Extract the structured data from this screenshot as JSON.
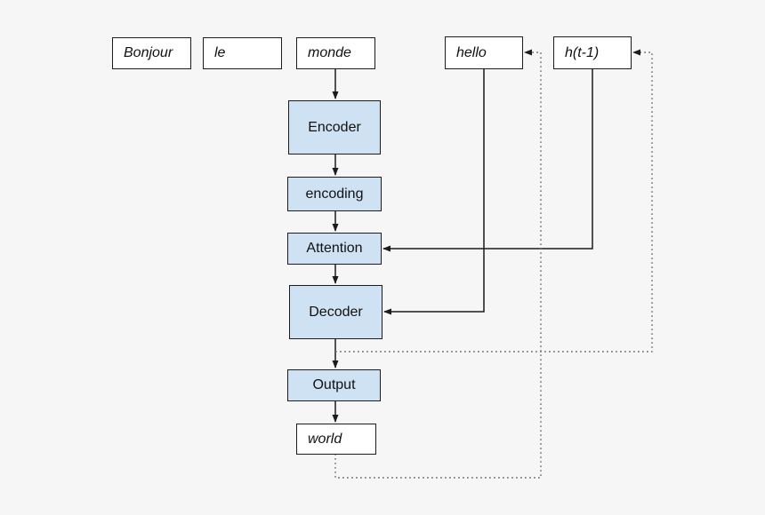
{
  "diagram": {
    "type": "flow-diagram",
    "topic": "seq2seq encoder-decoder with attention",
    "colors": {
      "background": "#f6f6f6",
      "module_fill": "#cfe2f3",
      "box_border": "#1c1c1c",
      "solid_line": "#1c1c1c",
      "dotted_line": "#6e6e6e",
      "text": "#111111"
    },
    "nodes": {
      "bonjour": {
        "label": "Bonjour",
        "kind": "word"
      },
      "le": {
        "label": "le",
        "kind": "word"
      },
      "monde": {
        "label": "monde",
        "kind": "word"
      },
      "hello": {
        "label": "hello",
        "kind": "word"
      },
      "ht1": {
        "label": "h(t-1)",
        "kind": "word"
      },
      "encoder": {
        "label": "Encoder",
        "kind": "module"
      },
      "encoding": {
        "label": "encoding",
        "kind": "module"
      },
      "attention": {
        "label": "Attention",
        "kind": "module"
      },
      "decoder": {
        "label": "Decoder",
        "kind": "module"
      },
      "output": {
        "label": "Output",
        "kind": "module"
      },
      "world": {
        "label": "world",
        "kind": "word"
      }
    },
    "edges": [
      {
        "from": "monde",
        "to": "Encoder",
        "style": "solid"
      },
      {
        "from": "Encoder",
        "to": "encoding",
        "style": "solid"
      },
      {
        "from": "encoding",
        "to": "Attention",
        "style": "solid"
      },
      {
        "from": "Attention",
        "to": "Decoder",
        "style": "solid"
      },
      {
        "from": "Decoder",
        "to": "Output",
        "style": "solid"
      },
      {
        "from": "Output",
        "to": "world",
        "style": "solid"
      },
      {
        "from": "hello",
        "to": "Decoder",
        "style": "solid"
      },
      {
        "from": "h(t-1)",
        "to": "Attention",
        "style": "solid"
      },
      {
        "from": "Decoder output",
        "to": "h(t-1)",
        "style": "dotted"
      },
      {
        "from": "world",
        "to": "hello",
        "style": "dotted"
      }
    ]
  }
}
